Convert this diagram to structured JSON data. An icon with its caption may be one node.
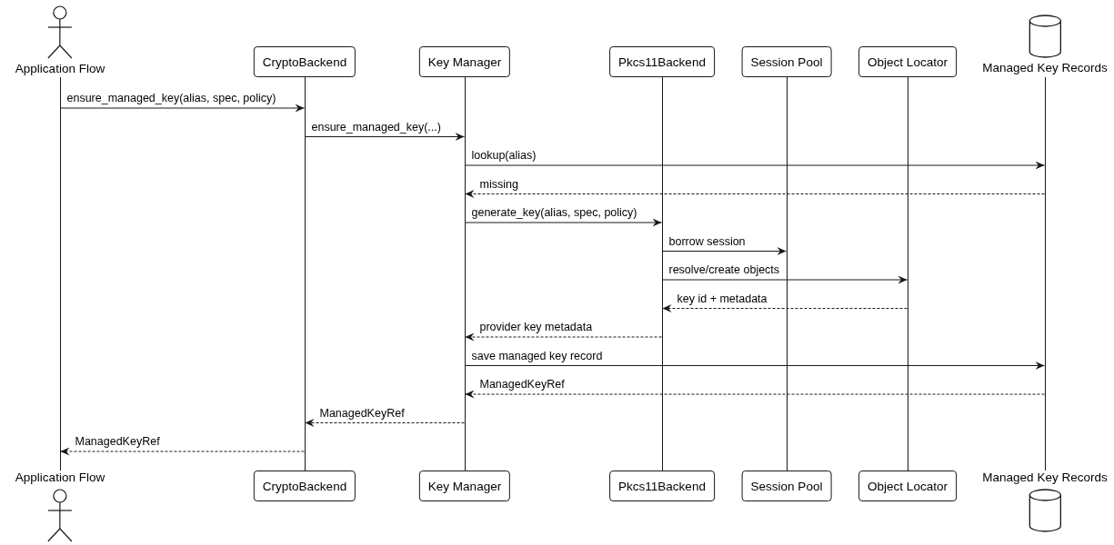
{
  "diagram": {
    "nodes": [
      {
        "text": [
          "Application Flow"
        ]
      },
      {
        "text": [
          "CryptoBackend"
        ]
      },
      {
        "text": [
          "Key Manager"
        ]
      },
      {
        "text": [
          "Pkcs11Backend"
        ]
      },
      {
        "text": [
          "Session Pool"
        ]
      },
      {
        "text": [
          "Object Locator"
        ]
      },
      {
        "text": [
          "Managed Key Records"
        ]
      },
      {
        "text": [],
        "shape": "line"
      },
      {
        "text": [],
        "shape": "line"
      },
      {
        "text": [],
        "shape": "line"
      },
      {
        "text": [],
        "shape": "line"
      },
      {
        "text": [],
        "shape": "line"
      },
      {
        "text": [],
        "shape": "line"
      },
      {
        "text": [],
        "shape": "line"
      },
      {
        "text": [
          "Application Flow"
        ]
      },
      {
        "text": [
          "CryptoBackend"
        ]
      },
      {
        "text": [
          "Key Manager"
        ]
      },
      {
        "text": [
          "Pkcs11Backend"
        ]
      },
      {
        "text": [
          "Session Pool"
        ]
      },
      {
        "text": [
          "Object Locator"
        ]
      },
      {
        "text": [
          "Managed Key Records"
        ]
      }
    ],
    "edges": [
      {
        "from": 7,
        "to": 8,
        "arrow": "to",
        "label": "ensure_managed_key(alias, spec, policy)"
      },
      {
        "from": 8,
        "to": 9,
        "arrow": "to",
        "label": "ensure_managed_key(...)"
      },
      {
        "from": 9,
        "to": 13,
        "arrow": "to",
        "label": "lookup(alias)"
      },
      {
        "from": 13,
        "to": 9,
        "arrow": "to",
        "label": "missing",
        "style": "dashed"
      },
      {
        "from": 9,
        "to": 10,
        "arrow": "to",
        "label": "generate_key(alias, spec, policy)"
      },
      {
        "from": 10,
        "to": 11,
        "arrow": "to",
        "label": "borrow session"
      },
      {
        "from": 10,
        "to": 12,
        "arrow": "to",
        "label": "resolve/create objects"
      },
      {
        "from": 12,
        "to": 10,
        "arrow": "to",
        "label": "key id + metadata",
        "style": "dashed"
      },
      {
        "from": 10,
        "to": 9,
        "arrow": "to",
        "label": "provider key metadata",
        "style": "dashed"
      },
      {
        "from": 9,
        "to": 13,
        "arrow": "to",
        "label": "save managed key record"
      },
      {
        "from": 13,
        "to": 9,
        "arrow": "to",
        "label": "ManagedKeyRef",
        "style": "dashed"
      },
      {
        "from": 9,
        "to": 8,
        "arrow": "to",
        "label": "ManagedKeyRef",
        "style": "dashed"
      },
      {
        "from": 8,
        "to": 7,
        "arrow": "to",
        "label": "ManagedKeyRef",
        "style": "dashed"
      }
    ]
  }
}
